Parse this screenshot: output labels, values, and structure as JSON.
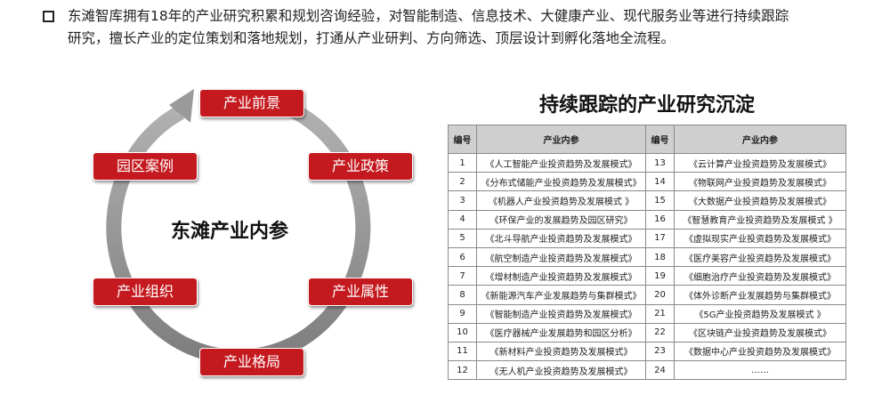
{
  "intro": {
    "bullet_icon": "hollow-square-icon",
    "line1": "东滩智库拥有18年的产业研究积累和规划咨询经验，对智能制造、信息技术、大健康产业、现代服务业等进行持续跟踪",
    "line2": "研究，擅长产业的定位策划和落地规划，打通从产业研判、方向筛选、顶层设计到孵化落地全流程。"
  },
  "cycle": {
    "center": "东滩产业内参",
    "arrow_icon": "circular-arrow-icon",
    "colors": {
      "node": "#c41a1f",
      "ring": "#9a9a9a"
    },
    "nodes": [
      "产业前景",
      "产业政策",
      "产业属性",
      "产业格局",
      "产业组织",
      "园区案例"
    ]
  },
  "table": {
    "title": "持续跟踪的产业研究沉淀",
    "headers": [
      "编号",
      "产业内参",
      "编号",
      "产业内参"
    ],
    "rows": [
      [
        "1",
        "《人工智能产业投资趋势及发展模式》",
        "13",
        "《云计算产业投资趋势及发展模式》"
      ],
      [
        "2",
        "《分布式储能产业投资趋势及发展模式》",
        "14",
        "《物联网产业投资趋势及发展模式》"
      ],
      [
        "3",
        "《机器人产业投资趋势及发展模式 》",
        "15",
        "《大数据产业投资趋势及发展模式》"
      ],
      [
        "4",
        "《环保产业的发展趋势及园区研究》",
        "16",
        "《智慧教育产业投资趋势及发展模式 》"
      ],
      [
        "5",
        "《北斗导航产业投资趋势及发展模式》",
        "17",
        "《虚拟现实产业投资趋势及发展模式》"
      ],
      [
        "6",
        "《航空制造产业投资趋势及发展模式》",
        "18",
        "《医疗美容产业投资趋势及发展模式》"
      ],
      [
        "7",
        "《增材制造产业投资趋势及发展模式》",
        "19",
        "《细胞治疗产业投资趋势及发展模式》"
      ],
      [
        "8",
        "《新能源汽车产业发展趋势与集群模式》",
        "20",
        "《体外诊断产业发展趋势与集群模式》"
      ],
      [
        "9",
        "《智能制造产业投资趋势及发展模式》",
        "21",
        "《5G产业投资趋势及发展模式 》"
      ],
      [
        "10",
        "《医疗器械产业发展趋势和园区分析》",
        "22",
        "《区块链产业投资趋势及发展模式》"
      ],
      [
        "11",
        "《新材料产业投资趋势及发展模式》",
        "23",
        "《数据中心产业投资趋势及发展模式》"
      ],
      [
        "12",
        "《无人机产业投资趋势及发展模式》",
        "24",
        "……"
      ]
    ]
  }
}
